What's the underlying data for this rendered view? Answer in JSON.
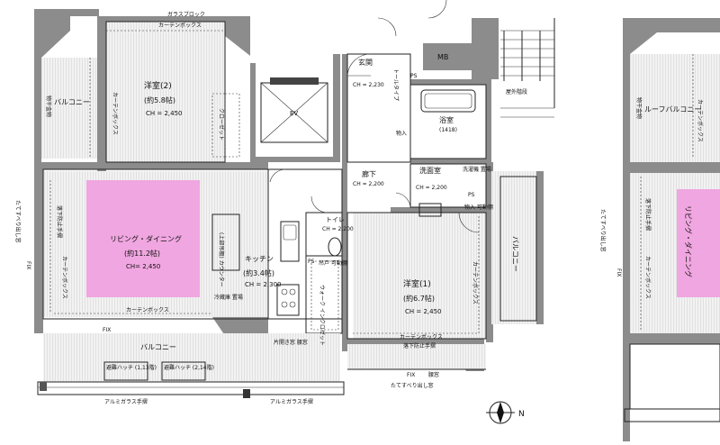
{
  "rooms": {
    "western2": {
      "name": "洋室(2)",
      "size": "(約5.8帖)",
      "ch": "CH = 2,450"
    },
    "ldk": {
      "name": "リビング・ダイニング",
      "size": "(約11.2帖)",
      "ch": "CH= 2,450"
    },
    "kitchen": {
      "name": "キッチン",
      "size": "(約3.4帖)",
      "ch": "CH = 2,300"
    },
    "western1": {
      "name": "洋室(1)",
      "size": "(約6.7帖)",
      "ch": "CH = 2,450"
    },
    "entrance": {
      "name": "玄関",
      "ch": "CH = 2,230"
    },
    "bathroom": {
      "name": "浴室",
      "size": "(1418)"
    },
    "washroom": {
      "name": "洗面室",
      "ch": "CH = 2,200"
    },
    "corridor": {
      "name": "廊下",
      "ch": "CH = 2,200"
    },
    "toilet": {
      "name": "トイレ",
      "ch": "CH = 2,200"
    }
  },
  "labels": {
    "glass_block": "ガラスブロック",
    "curtain_box": "カーテンボックス",
    "balcony": "バルコニー",
    "dryer": "物干金物",
    "closet": "クローゼット",
    "ev": "EV",
    "mb": "MB",
    "ps": "PS",
    "outdoor_stairs": "屋外階段",
    "shoe_box": "トールタイプ",
    "storage": "物入",
    "movable_shelf": "物入\n可動棚",
    "washer": "洗濯機\n置場",
    "fall_rail": "落下防止手摺",
    "window_opening": "たてすべり出し窓",
    "fix": "FIX",
    "counter": "(上部吊棚)\nカウンター",
    "fridge": "冷蔵庫\n置場",
    "wic": "ウォーク\nインクロゼット",
    "shelf": "吊戸 可動棚",
    "single_window": "片開き窓\n腰窓",
    "hinged_window": "腰窓",
    "hatch1": "避難ハッチ\n(1,13階)",
    "hatch2": "避難ハッチ\n(2,14階)",
    "alum_rail": "アルミガラス手摺",
    "roof_balcony": "ルーフバルコニー",
    "north": "N"
  }
}
